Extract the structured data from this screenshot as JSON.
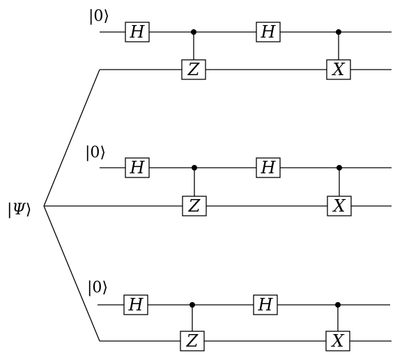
{
  "input_state": {
    "open": "|",
    "symbol": "Ψ",
    "close": "⟩"
  },
  "ancilla_state": "|0⟩",
  "gates": {
    "hadamard": "H",
    "controlled_z_target": "Z",
    "controlled_x_target": "X"
  },
  "blocks": [
    {
      "ancilla_label": "|0⟩",
      "sequence": [
        "H",
        "Z",
        "H",
        "X"
      ]
    },
    {
      "ancilla_label": "|0⟩",
      "sequence": [
        "H",
        "Z",
        "H",
        "X"
      ]
    },
    {
      "ancilla_label": "|0⟩",
      "sequence": [
        "H",
        "Z",
        "H",
        "X"
      ]
    }
  ]
}
